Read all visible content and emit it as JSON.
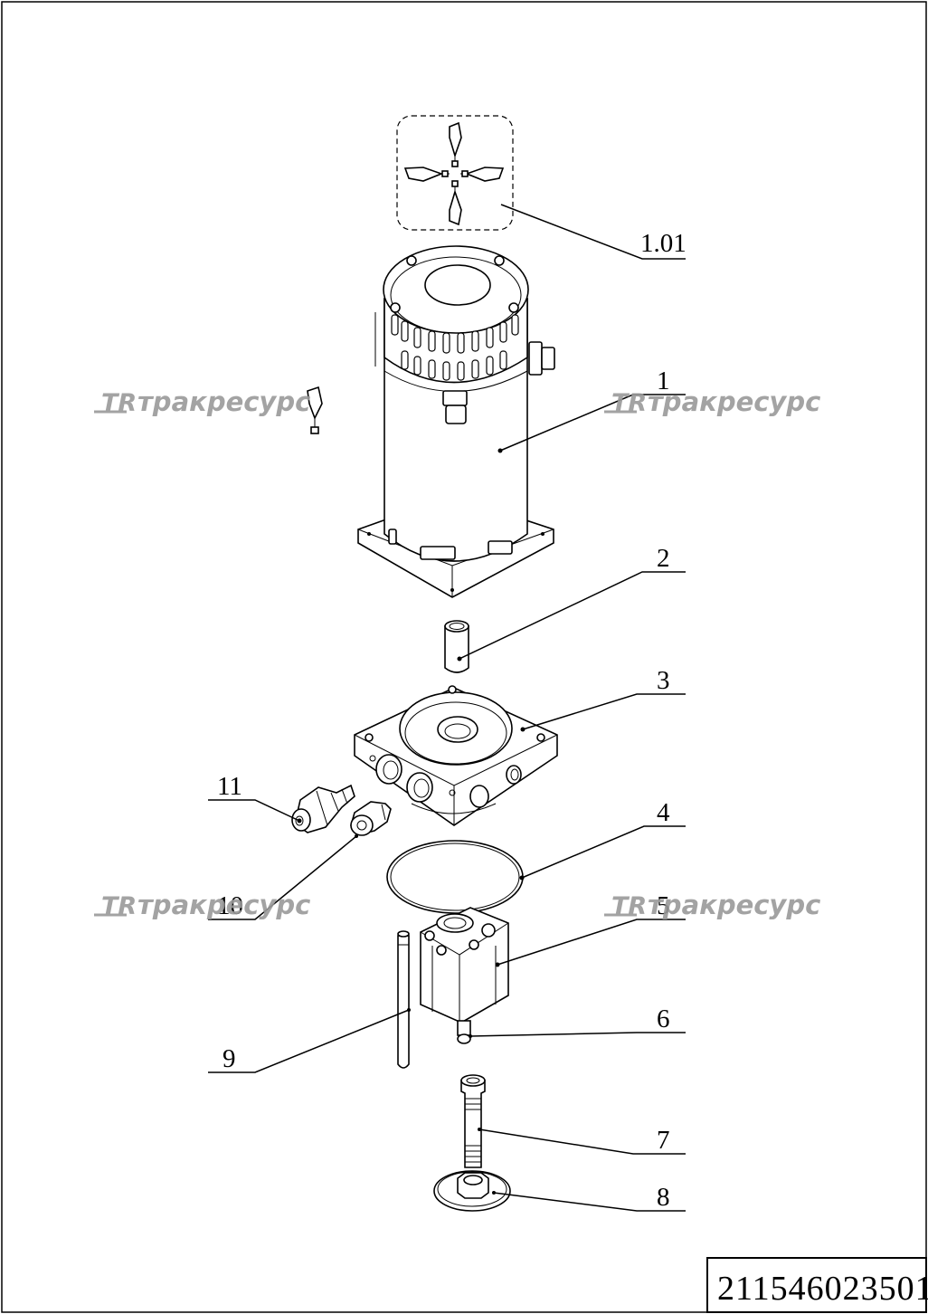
{
  "document": {
    "part_number": "211546023501",
    "watermark": {
      "logo": "TR",
      "text": "тракресурс"
    },
    "callouts": [
      {
        "id": "1.01",
        "label": "1.01"
      },
      {
        "id": "1",
        "label": "1"
      },
      {
        "id": "2",
        "label": "2"
      },
      {
        "id": "3",
        "label": "3"
      },
      {
        "id": "4",
        "label": "4"
      },
      {
        "id": "5",
        "label": "5"
      },
      {
        "id": "6",
        "label": "6"
      },
      {
        "id": "7",
        "label": "7"
      },
      {
        "id": "8",
        "label": "8"
      },
      {
        "id": "9",
        "label": "9"
      },
      {
        "id": "10",
        "label": "10"
      },
      {
        "id": "11",
        "label": "11"
      }
    ]
  }
}
